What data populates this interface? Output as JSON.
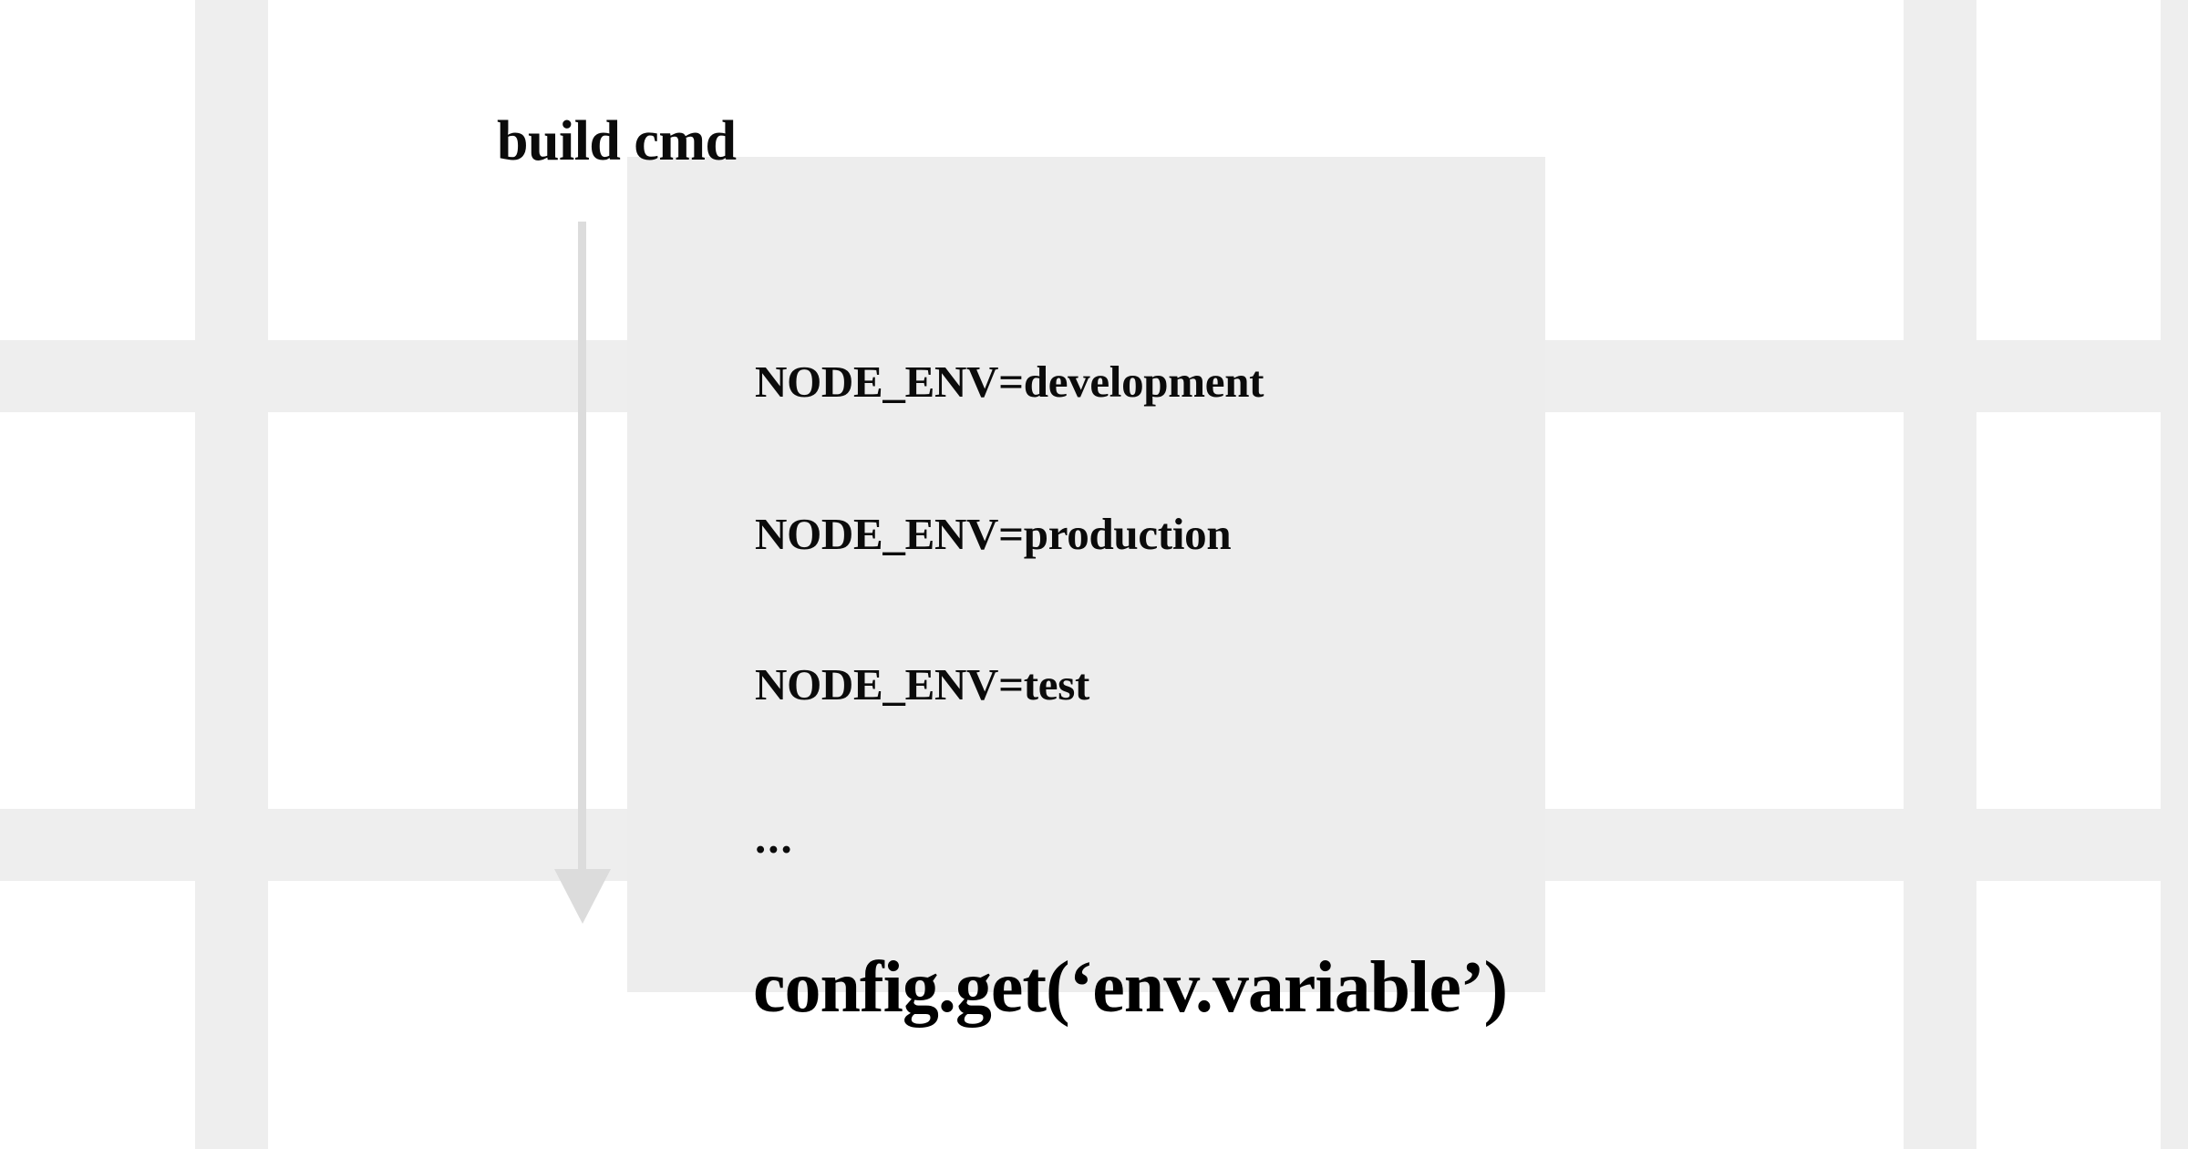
{
  "diagram": {
    "title": "build cmd",
    "arrow": {
      "name": "downward-arrow",
      "direction": "down",
      "color": "#dcdcdc"
    },
    "panel": {
      "background_color": "#ededed",
      "env_lines": [
        "NODE_ENV=development",
        "NODE_ENV=production",
        "NODE_ENV=test"
      ],
      "ellipsis": "..."
    },
    "result": "config.get(‘env.variable’)"
  },
  "background": {
    "page_color": "#ffffff",
    "band_color": "#eeeeee"
  }
}
